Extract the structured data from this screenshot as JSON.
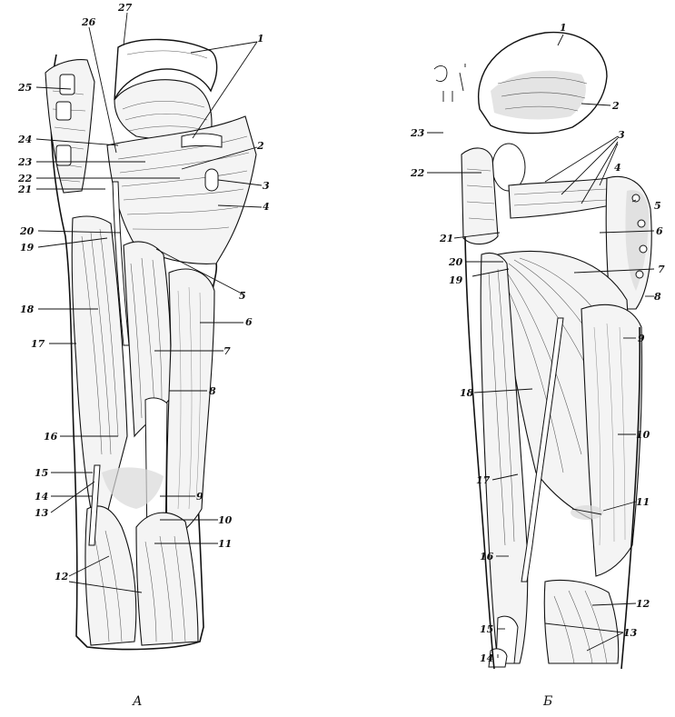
{
  "figure_a": {
    "caption": "А",
    "labels": [
      "1",
      "2",
      "3",
      "4",
      "5",
      "6",
      "7",
      "8",
      "9",
      "10",
      "11",
      "12",
      "13",
      "14",
      "15",
      "16",
      "17",
      "18",
      "19",
      "20",
      "21",
      "22",
      "23",
      "24",
      "25",
      "26",
      "27"
    ]
  },
  "figure_b": {
    "caption": "Б",
    "labels": [
      "1",
      "2",
      "3",
      "4",
      "5",
      "6",
      "7",
      "8",
      "9",
      "10",
      "11",
      "12",
      "13",
      "14",
      "15",
      "16",
      "17",
      "18",
      "19",
      "20",
      "21",
      "22",
      "23"
    ]
  }
}
